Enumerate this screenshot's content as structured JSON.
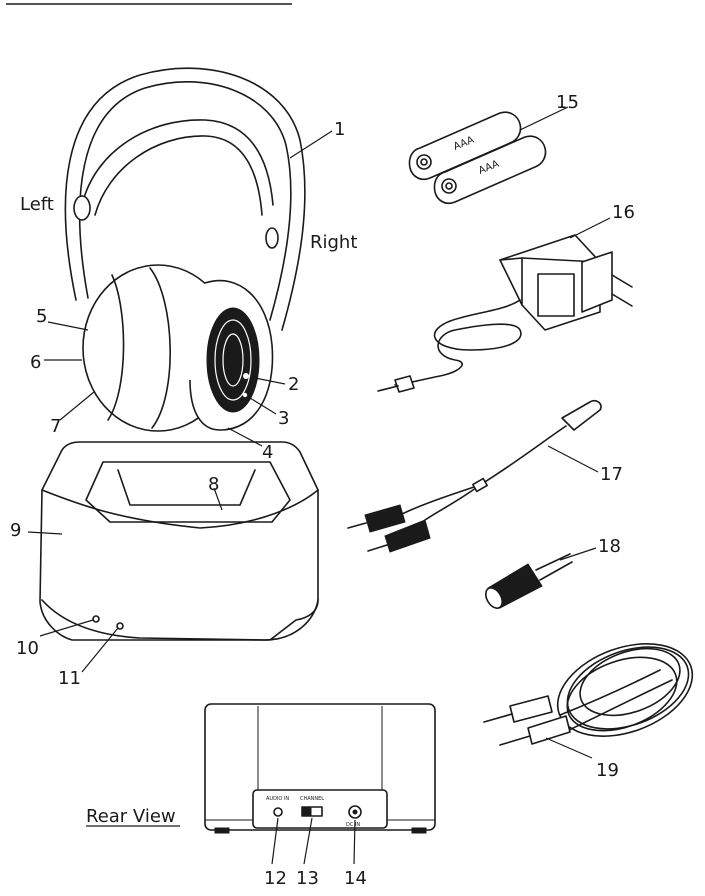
{
  "labels": {
    "n1": "1",
    "n2": "2",
    "n3": "3",
    "n4": "4",
    "n5": "5",
    "n6": "6",
    "n7": "7",
    "n8": "8",
    "n9": "9",
    "n10": "10",
    "n11": "11",
    "n12": "12",
    "n13": "13",
    "n14": "14",
    "n15": "15",
    "n16": "16",
    "n17": "17",
    "n18": "18",
    "n19": "19"
  },
  "sides": {
    "left": "Left",
    "right": "Right"
  },
  "rear_view": "Rear View",
  "battery_text": "AAA",
  "rear_panel": {
    "audio_in": "AUDIO IN",
    "channel": "CHANNEL",
    "dc_in": "DC IN"
  },
  "colors": {
    "ink": "#1a1a1a",
    "background": "#ffffff"
  }
}
